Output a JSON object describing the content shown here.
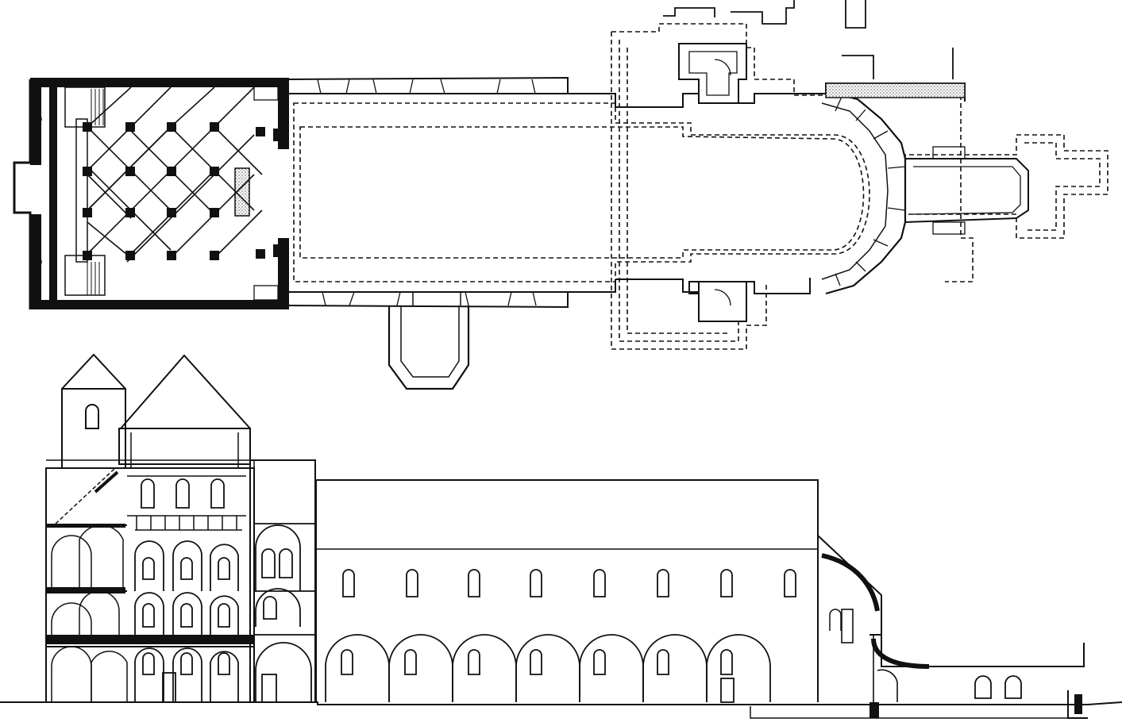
{
  "figure": {
    "kind": "architectural drawing",
    "parts": [
      "ground-plan",
      "longitudinal-section"
    ],
    "colors": {
      "paper": "#ffffff",
      "ink": "#111111",
      "hatch": "#555555"
    },
    "visible_text": []
  }
}
